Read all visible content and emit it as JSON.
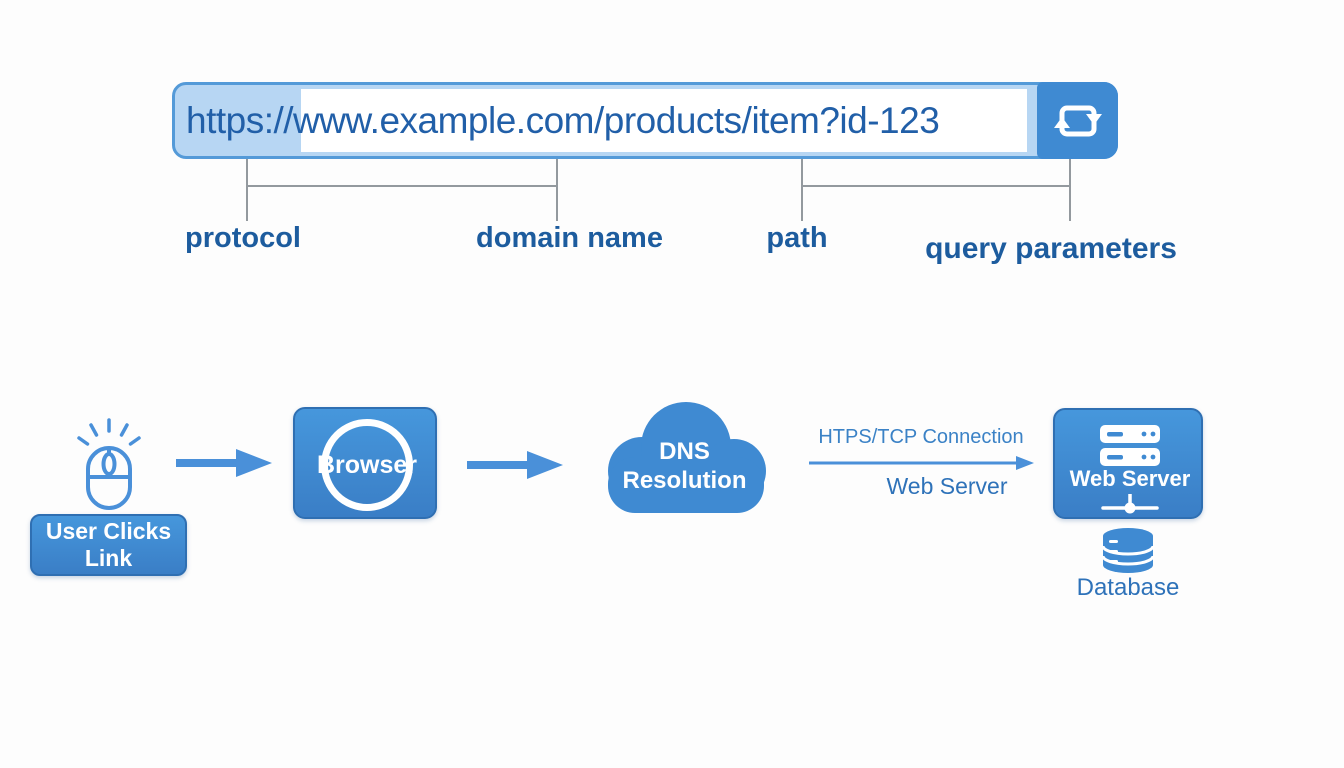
{
  "url_bar": {
    "url": "https://www.example.com/products/item?id-123",
    "button_icon": "repeat-icon"
  },
  "url_parts": {
    "protocol": "protocol",
    "domain": "domain name",
    "path": "path",
    "query": "query parameters"
  },
  "flow": {
    "user_click": {
      "label": "User Clicks Link",
      "icon": "mouse-click-icon"
    },
    "browser": {
      "label": "Browser"
    },
    "dns": {
      "line1": "DNS",
      "line2": "Resolution",
      "icon": "cloud-icon"
    },
    "connection": {
      "label_above": "HTPS/TCP Connection",
      "label_below": "Web Server"
    },
    "web_server": {
      "label": "Web Server",
      "icon": "server-stack-icon"
    },
    "database": {
      "label": "Database",
      "icon": "database-cylinder-icon"
    }
  },
  "colors": {
    "accent_blue": "#4a90d9",
    "bar_fill": "#b7d6f3",
    "bar_border": "#549ad8",
    "url_text": "#215fa8",
    "part_label_text": "#1d5c9e",
    "node_gradient_top": "#4697dc",
    "node_gradient_bottom": "#3a7ec6",
    "connection_label_text": "#3b82c6",
    "caption_text": "#2e72b9",
    "connector_line": "#93999e",
    "background": "#fdfdfd"
  }
}
